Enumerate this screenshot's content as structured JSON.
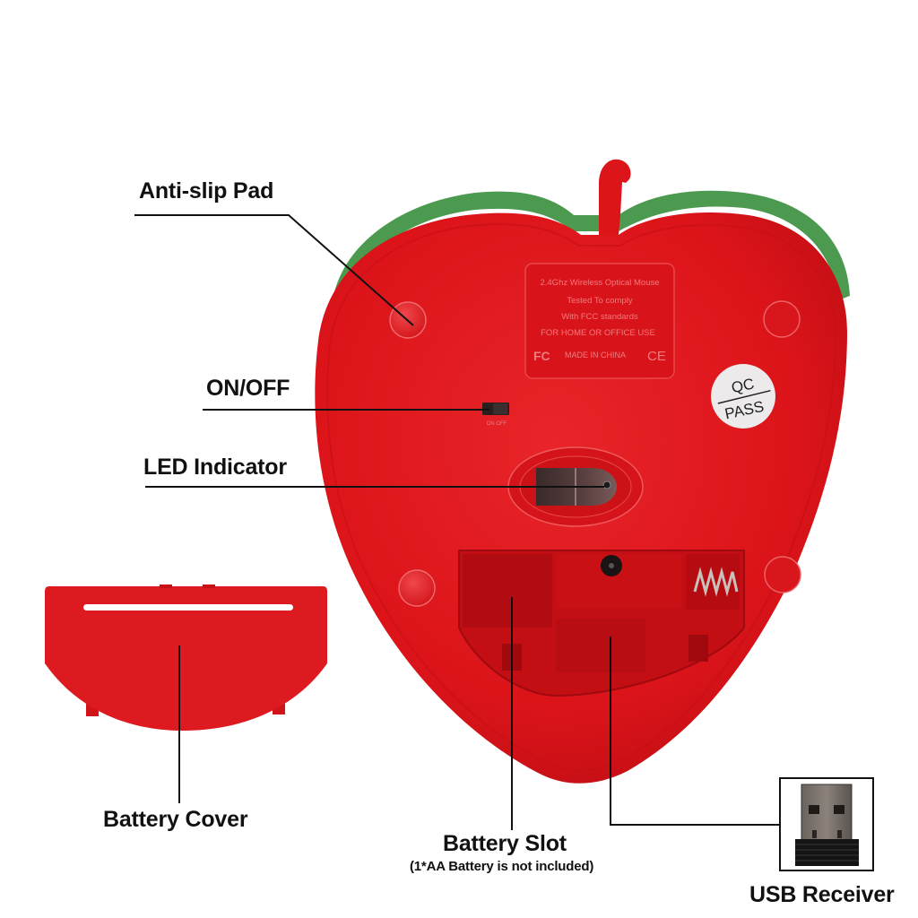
{
  "product": {
    "name": "Apple-shaped 2.4GHz Wireless Optical Mouse (bottom view)",
    "colors": {
      "body": "#e0161c",
      "body_dark": "#b80d12",
      "rim": "#4c9a4f",
      "background": "#ffffff",
      "label_text": "#111111",
      "leader_line": "#111111"
    }
  },
  "callouts": {
    "anti_slip_pad": "Anti-slip Pad",
    "on_off": "ON/OFF",
    "led_indicator": "LED Indicator",
    "battery_cover": "Battery Cover",
    "battery_slot": "Battery Slot",
    "battery_note": "(1*AA Battery is not included)",
    "usb_receiver": "USB Receiver"
  },
  "embossed_plate": {
    "line1": "2.4Ghz Wireless Optical Mouse",
    "line2": "Tested To comply",
    "line3": "With FCC standards",
    "line4": "FOR HOME OR OFFICE USE",
    "fcc": "FC",
    "made_in": "MADE IN CHINA",
    "ce": "CE"
  },
  "switch_marking": "ON OFF",
  "qc_sticker": {
    "top": "QC",
    "bottom": "PASS"
  }
}
